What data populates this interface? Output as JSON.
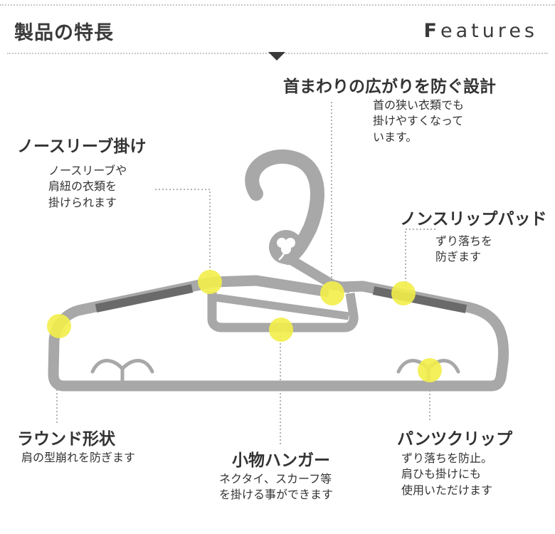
{
  "header": {
    "title": "製品の特長",
    "features_en": "Features"
  },
  "features": [
    {
      "id": "neck",
      "title": "首まわりの広がりを防ぐ設計",
      "desc": "首の狭い衣類でも\n掛けやすくなって\nいます。"
    },
    {
      "id": "sleeveless",
      "title": "ノースリーブ掛け",
      "desc": "ノースリーブや\n肩紐の衣類を\n掛けられます"
    },
    {
      "id": "nonslip",
      "title": "ノンスリップパッド",
      "desc": "ずり落ちを\n防ぎます"
    },
    {
      "id": "round",
      "title": "ラウンド形状",
      "desc": "肩の型崩れを防ぎます"
    },
    {
      "id": "small",
      "title": "小物ハンガー",
      "desc": "ネクタイ、スカーフ等\nを掛ける事ができます"
    },
    {
      "id": "clip",
      "title": "パンツクリップ",
      "desc": "ずり落ちを防止。\n肩ひも掛けにも\n使用いただけます"
    }
  ],
  "colors": {
    "hanger": "#a8a8a8",
    "pad": "#6a6a6a",
    "highlight": "#f2ee4a",
    "leader": "#9a9a9a"
  },
  "icons": {
    "hook_emblem": "clover-icon"
  }
}
